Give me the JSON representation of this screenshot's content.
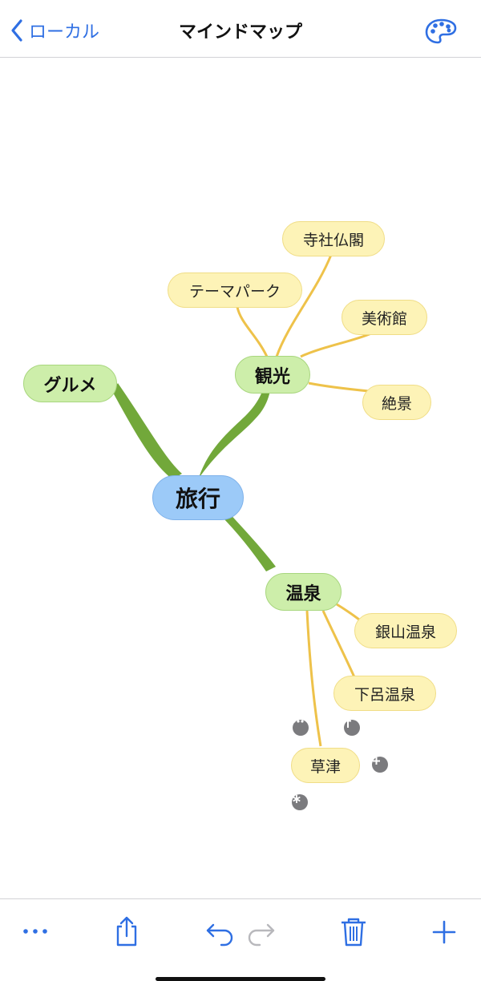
{
  "nav": {
    "back_label": "ローカル",
    "title": "マインドマップ",
    "accent_color": "#2f6fe3"
  },
  "mindmap": {
    "root": "旅行",
    "branches": [
      {
        "label": "グルメ",
        "children": []
      },
      {
        "label": "観光",
        "children": [
          "寺社仏閣",
          "テーマパーク",
          "美術館",
          "絶景"
        ]
      },
      {
        "label": "温泉",
        "children": [
          "銀山温泉",
          "下呂温泉",
          "草津"
        ]
      }
    ],
    "selected_node": "草津",
    "colors": {
      "root_fill": "#9ccaf8",
      "main_fill": "#cdeeaa",
      "sub_fill": "#fdf3b7",
      "main_branch_line": "#72a83a",
      "sub_branch_line": "#eec24a"
    }
  },
  "node_actions": {
    "more_icon": "ellipsis-circle-icon",
    "text_icon": "text-format-icon",
    "add_icon": "plus-circle-icon",
    "star_icon": "asterisk-circle-icon"
  },
  "toolbar": {
    "icons": [
      "more-icon",
      "share-icon",
      "undo-icon",
      "redo-icon",
      "trash-icon",
      "add-icon"
    ]
  }
}
